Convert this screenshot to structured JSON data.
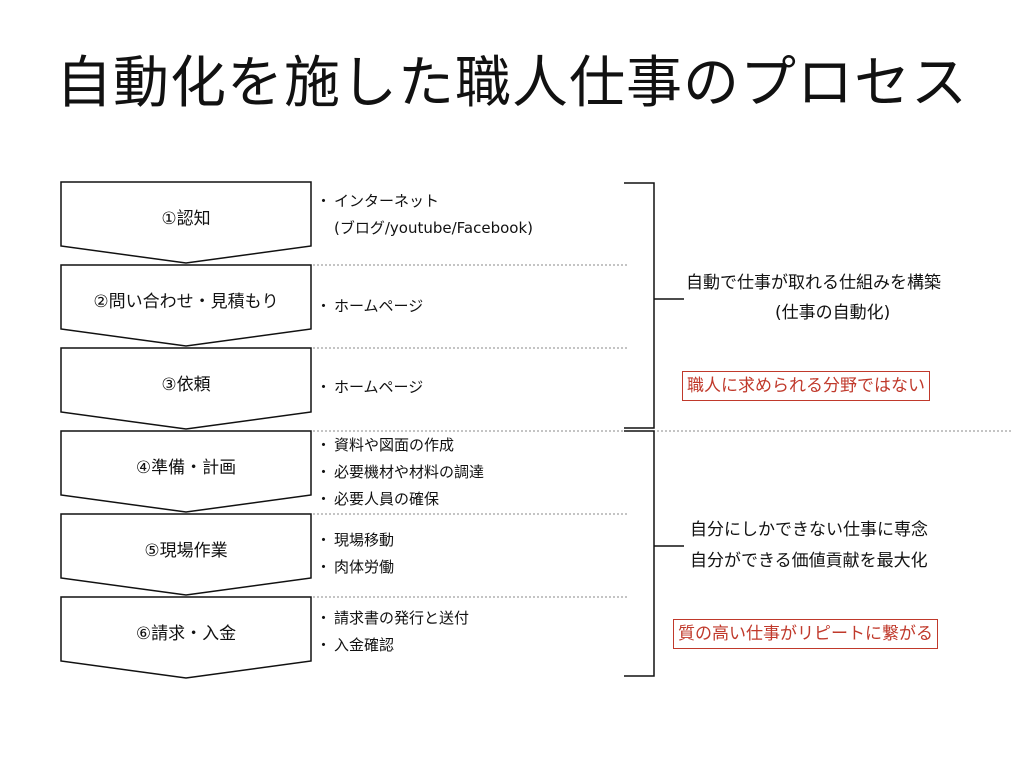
{
  "title": "自動化を施した職人仕事のプロセス",
  "steps": [
    {
      "label": "①認知",
      "bullets": [
        "インターネット"
      ],
      "bullet_cont": "(ブログ/youtube/Facebook)"
    },
    {
      "label": "②問い合わせ・見積もり",
      "bullets": [
        "ホームページ"
      ]
    },
    {
      "label": "③依頼",
      "bullets": [
        "ホームページ"
      ]
    },
    {
      "label": "④準備・計画",
      "bullets": [
        "資料や図面の作成",
        "必要機材や材料の調達",
        "必要人員の確保"
      ]
    },
    {
      "label": "⑤現場作業",
      "bullets": [
        "現場移動",
        "肉体労働"
      ]
    },
    {
      "label": "⑥請求・入金",
      "bullets": [
        "請求書の発行と送付",
        "入金確認"
      ]
    }
  ],
  "bullet_marker": "・",
  "group1": {
    "line1": "自動で仕事が取れる仕組みを構築",
    "line2": "(仕事の自動化)",
    "callout": "職人に求められる分野ではない"
  },
  "group2": {
    "line1": "自分にしかできない仕事に専念",
    "line2": "自分ができる価値貢献を最大化",
    "callout": "質の高い仕事がリピートに繋がる"
  },
  "colors": {
    "accent_red": "#c0392b",
    "line": "#111111",
    "divider": "#888888"
  }
}
